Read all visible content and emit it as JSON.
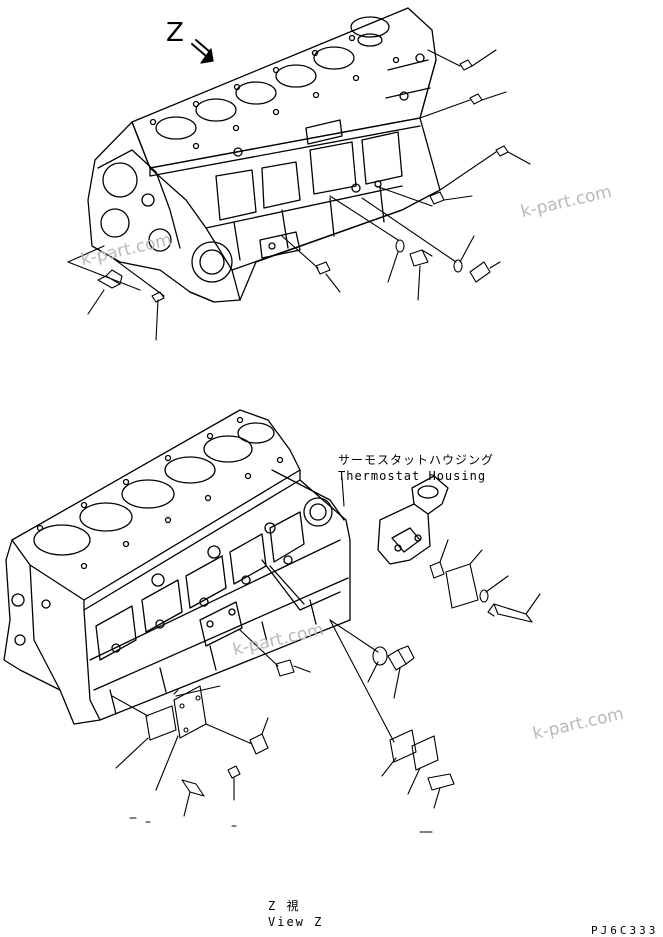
{
  "figure": {
    "view_letter": "Z",
    "thermostat_housing_jp": "サーモスタットハウジング",
    "thermostat_housing_en": "Thermostat Housing",
    "view_caption_jp": "Z 視",
    "view_caption_en": "View Z",
    "drawing_code": "PJ6C333"
  },
  "watermarks": [
    "k-part.com",
    "k-part.com",
    "k-part.com",
    "k-part.com"
  ],
  "colors": {
    "line": "#000000",
    "watermark": "#b9b9b9",
    "background": "#ffffff"
  }
}
